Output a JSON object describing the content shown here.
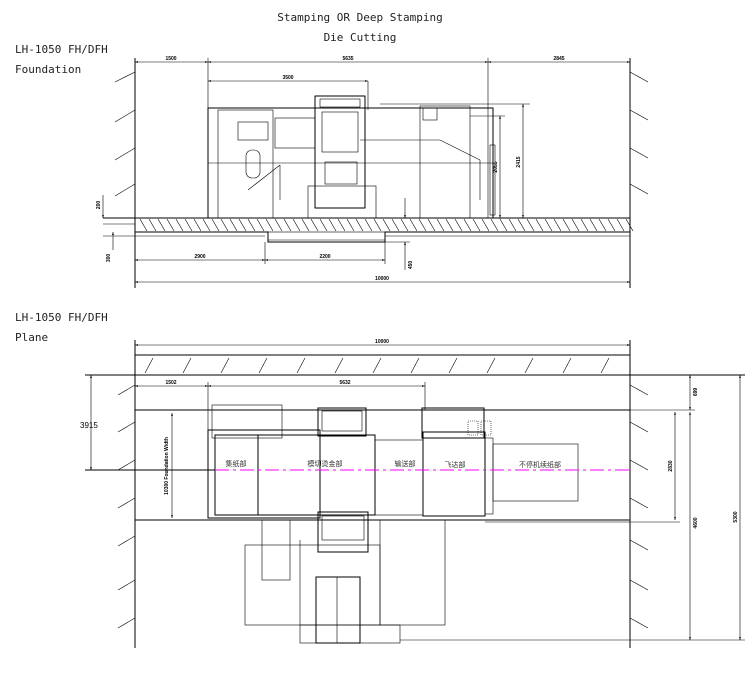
{
  "title": {
    "line1": "Stamping OR Deep Stamping",
    "line2": "Die Cutting"
  },
  "foundation_view": {
    "model": "LH-1050 FH/DFH",
    "label": "Foundation",
    "dims": {
      "left": "1500",
      "machine": "5635",
      "right": "2845",
      "section": "3500",
      "height1": "2055",
      "height2": "2415",
      "floor1": "200",
      "floor2": "300",
      "pit_depth": "450",
      "bottom_left": "2900",
      "pit_width": "2200",
      "total": "10000"
    }
  },
  "plane_view": {
    "model": "LH-1050 FH/DFH",
    "label": "Plane",
    "dims": {
      "total": "10000",
      "left": "1502",
      "machine": "5632",
      "offset": "3915",
      "foundation_width": "10300 Foundation Width",
      "top": "699",
      "width": "2830",
      "depth": "4600",
      "overall": "5300"
    },
    "sections": [
      "集纸部",
      "模切烫金部",
      "输送部",
      "飞达部",
      "不停机续纸部"
    ]
  },
  "colors": {
    "centerline": "#ff00ff",
    "line": "#000000"
  }
}
